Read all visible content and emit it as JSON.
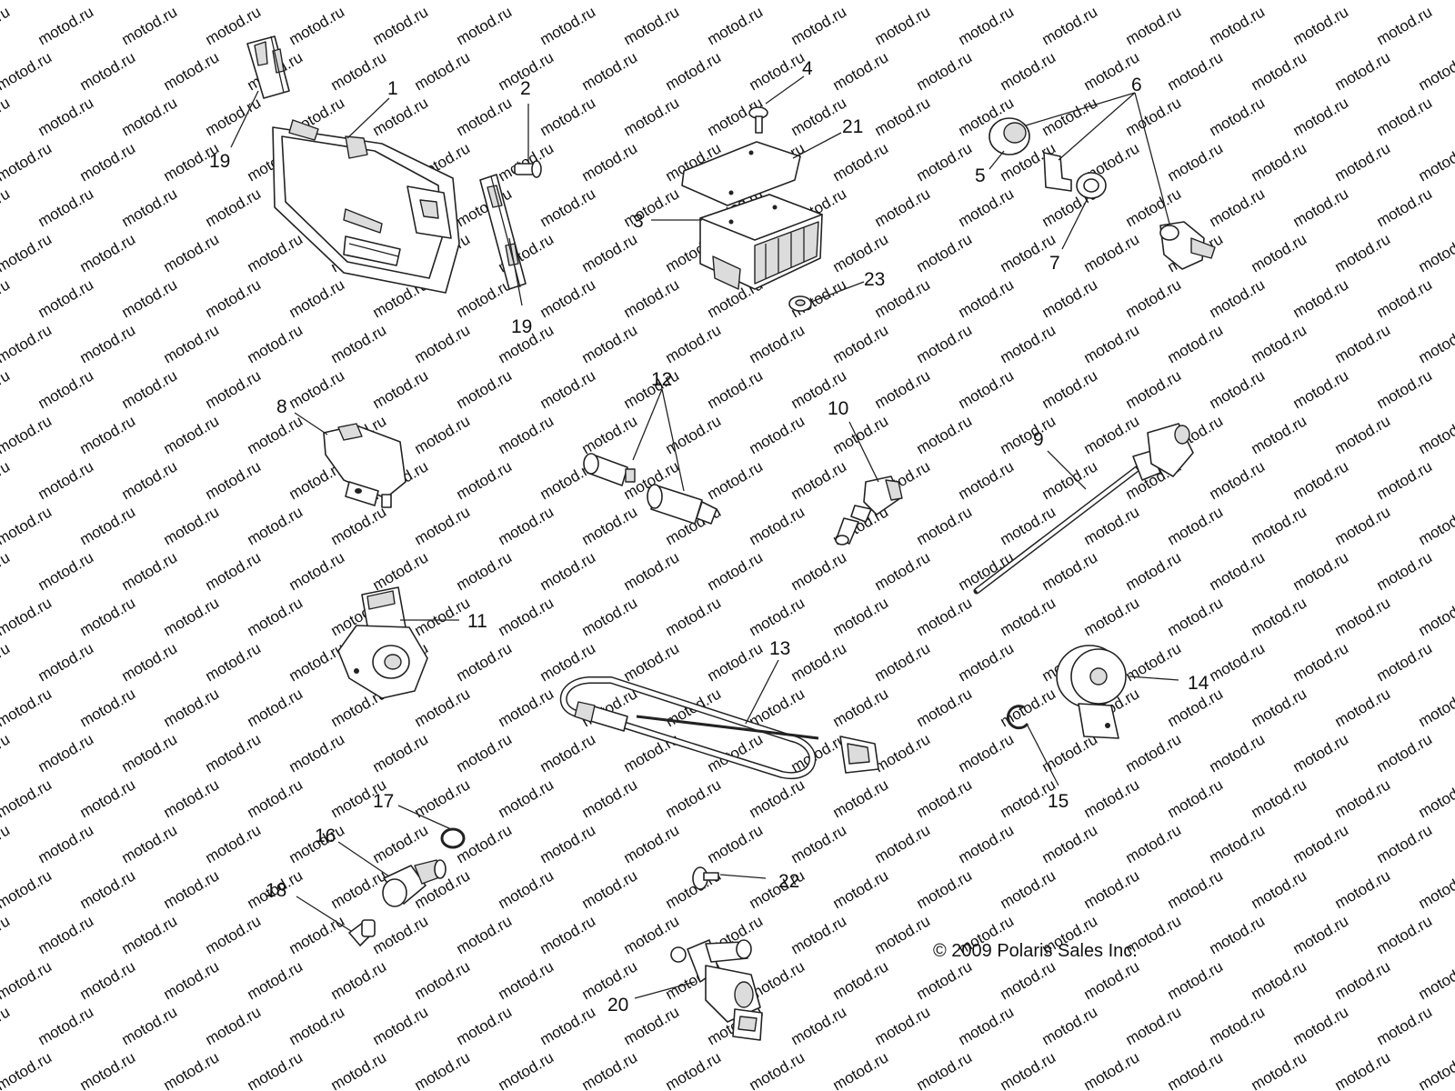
{
  "watermark_text": "motod.ru",
  "copyright": "© 2009 Polaris Sales Inc.",
  "callouts": [
    {
      "id": "c1",
      "label": "1"
    },
    {
      "id": "c2",
      "label": "2"
    },
    {
      "id": "c3",
      "label": "3"
    },
    {
      "id": "c4",
      "label": "4"
    },
    {
      "id": "c5",
      "label": "5"
    },
    {
      "id": "c6",
      "label": "6"
    },
    {
      "id": "c7",
      "label": "7"
    },
    {
      "id": "c8",
      "label": "8"
    },
    {
      "id": "c9",
      "label": "9"
    },
    {
      "id": "c10",
      "label": "10"
    },
    {
      "id": "c11",
      "label": "11"
    },
    {
      "id": "c12",
      "label": "12"
    },
    {
      "id": "c13",
      "label": "13"
    },
    {
      "id": "c14",
      "label": "14"
    },
    {
      "id": "c15",
      "label": "15"
    },
    {
      "id": "c16",
      "label": "16"
    },
    {
      "id": "c17",
      "label": "17"
    },
    {
      "id": "c18",
      "label": "18"
    },
    {
      "id": "c19a",
      "label": "19"
    },
    {
      "id": "c19b",
      "label": "19"
    },
    {
      "id": "c20",
      "label": "20"
    },
    {
      "id": "c21",
      "label": "21"
    },
    {
      "id": "c22",
      "label": "22"
    },
    {
      "id": "c23",
      "label": "23"
    }
  ]
}
